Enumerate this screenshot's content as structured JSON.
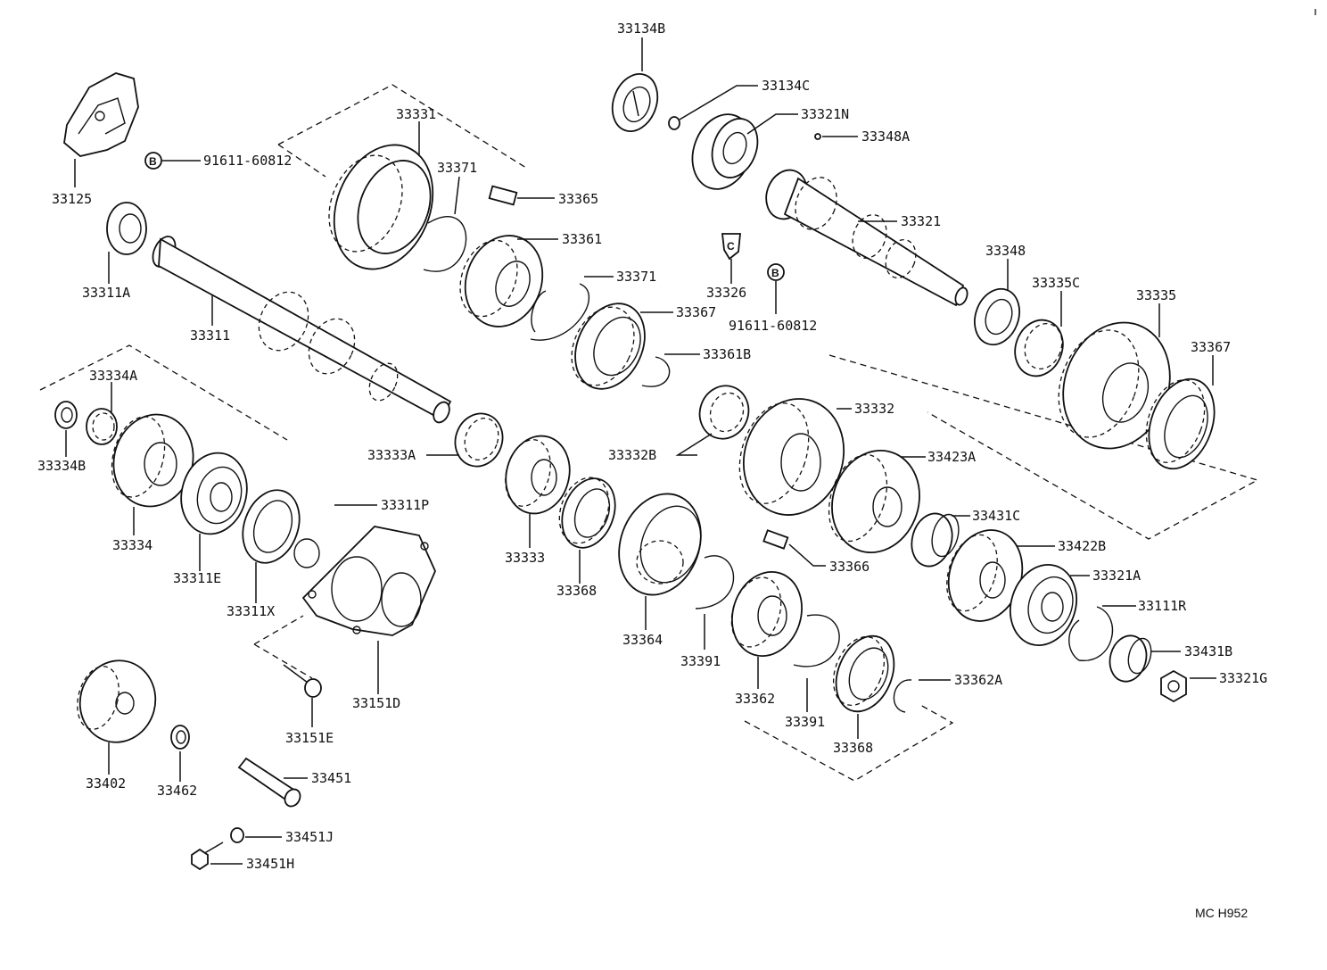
{
  "diagram": {
    "reference": "MC  H952",
    "bolt_symbol": "B",
    "clip_symbol": "C",
    "labels": {
      "p33134B": "33134B",
      "p33134C": "33134C",
      "p33321N": "33321N",
      "p33348A": "33348A",
      "p33331": "33331",
      "p33371a": "33371",
      "p33365": "33365",
      "p33361": "33361",
      "p33371b": "33371",
      "p33367a": "33367",
      "p33361B": "33361B",
      "p33125": "33125",
      "p91611a": "91611-60812",
      "p33311A": "33311A",
      "p33311": "33311",
      "p33321": "33321",
      "p33326": "33326",
      "p91611b": "91611-60812",
      "p33348": "33348",
      "p33335C": "33335C",
      "p33335": "33335",
      "p33367b": "33367",
      "p33334A": "33334A",
      "p33334B": "33334B",
      "p33334": "33334",
      "p33311E": "33311E",
      "p33311X": "33311X",
      "p33311P": "33311P",
      "p33151D": "33151D",
      "p33151E": "33151E",
      "p33333A": "33333A",
      "p33333": "33333",
      "p33368a": "33368",
      "p33364": "33364",
      "p33391a": "33391",
      "p33332B": "33332B",
      "p33332": "33332",
      "p33423A": "33423A",
      "p33431C": "33431C",
      "p33422B": "33422B",
      "p33366": "33366",
      "p33362": "33362",
      "p33391b": "33391",
      "p33368b": "33368",
      "p33362A": "33362A",
      "p33321A": "33321A",
      "p33111R": "33111R",
      "p33431B": "33431B",
      "p33321G": "33321G",
      "p33402": "33402",
      "p33462": "33462",
      "p33451": "33451",
      "p33451J": "33451J",
      "p33451H": "33451H"
    }
  }
}
